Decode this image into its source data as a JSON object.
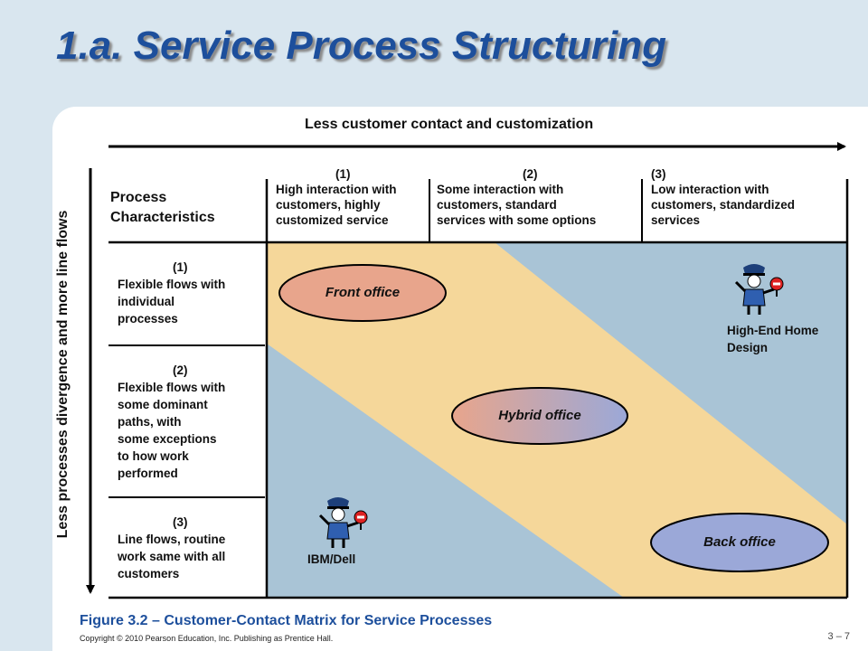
{
  "slide": {
    "title": "1.a. Service Process Structuring",
    "top_axis_label": "Less customer contact and customization",
    "left_axis_label": "Less processes divergence and more line flows",
    "corner_label": [
      "Process",
      "Characteristics"
    ],
    "columns": [
      {
        "num": "(1)",
        "lines": [
          "High interaction with",
          "customers, highly",
          "customized service"
        ]
      },
      {
        "num": "(2)",
        "lines": [
          "Some interaction with",
          "customers, standard",
          "services with some options"
        ]
      },
      {
        "num": "(3)",
        "lines": [
          "Low interaction with",
          "customers, standardized",
          "services"
        ]
      }
    ],
    "rows": [
      {
        "num": "(1)",
        "lines": [
          "Flexible flows with",
          "individual",
          "processes"
        ]
      },
      {
        "num": "(2)",
        "lines": [
          "Flexible flows with",
          "some dominant",
          "paths, with",
          "some exceptions",
          "to how work",
          "performed"
        ]
      },
      {
        "num": "(3)",
        "lines": [
          "Line flows, routine",
          "work same with all",
          "customers"
        ]
      }
    ],
    "ovals": {
      "front": "Front office",
      "hybrid": "Hybrid office",
      "back": "Back office"
    },
    "examples": {
      "top_right": [
        "High-End Home",
        "Design"
      ],
      "bottom_left": "IBM/Dell"
    },
    "caption": "Figure 3.2 – Customer-Contact Matrix for Service Processes",
    "copyright": "Copyright © 2010 Pearson Education, Inc. Publishing as Prentice Hall.",
    "page_number": "3 – 7",
    "colors": {
      "title": "#1d4f9c",
      "tan_band": "#f5d79a",
      "blue_region": "#a9c4d6",
      "front_oval": "#e8a58c",
      "back_oval": "#9ba8d8",
      "caption": "#1d4f9c"
    }
  }
}
